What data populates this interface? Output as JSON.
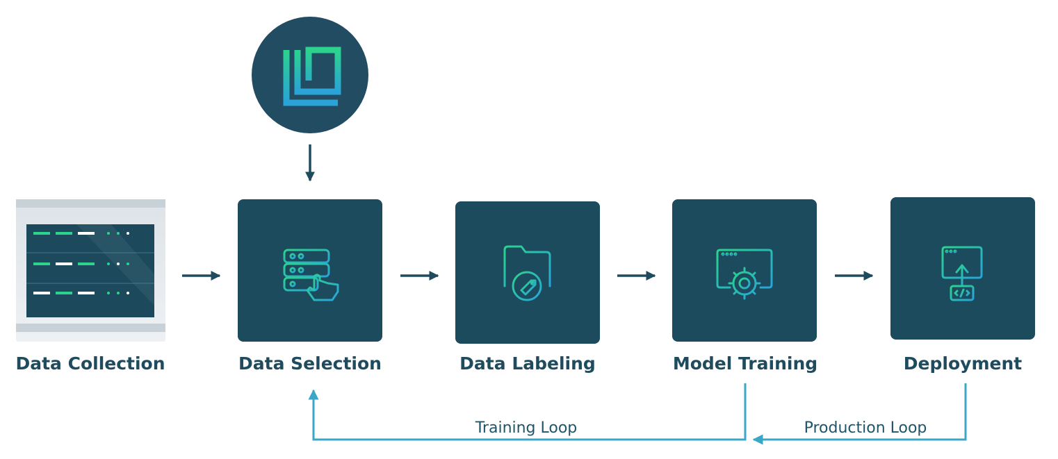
{
  "stages": [
    {
      "id": "data-collection",
      "label": "Data Collection",
      "icon": "server-rack-icon"
    },
    {
      "id": "data-selection",
      "label": "Data Selection",
      "icon": "database-hand-icon"
    },
    {
      "id": "data-labeling",
      "label": "Data Labeling",
      "icon": "folder-tag-icon"
    },
    {
      "id": "model-training",
      "label": "Model Training",
      "icon": "window-gear-icon"
    },
    {
      "id": "deployment",
      "label": "Deployment",
      "icon": "window-upload-code-icon"
    }
  ],
  "top_logo": {
    "icon": "lightly-logo-icon"
  },
  "loops": {
    "training": "Training Loop",
    "production": "Production Loop"
  },
  "colors": {
    "box": "#1b4b5d",
    "logo_circle": "#224c61",
    "text": "#1f4b5e",
    "loop_line": "#3aa6c8",
    "arrow": "#1f4b5e",
    "icon_green": "#2bd38c",
    "icon_blue": "#2aa3d8"
  }
}
